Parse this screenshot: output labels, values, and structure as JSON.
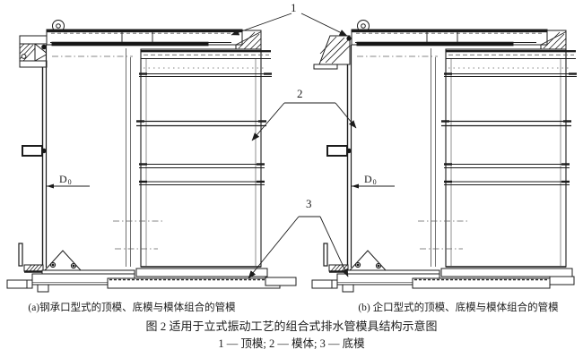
{
  "drawing": {
    "callouts": {
      "top_mold": "1",
      "mold_body": "2",
      "bottom_mold": "3"
    },
    "dimension": {
      "main": "D",
      "sub": "0"
    },
    "subcaption_a": "(a)钢承口型式的顶模、底模与模体组合的管模",
    "subcaption_b": "(b) 企口型式的顶模、底模与模体组合的管模",
    "figure_title": "图 2  适用于立式振动工艺的组合式排水管模具结构示意图",
    "figure_legend": "1 — 顶模; 2 — 模体; 3 — 底模",
    "line_color": "#1c1c1c",
    "background": "#ffffff"
  }
}
